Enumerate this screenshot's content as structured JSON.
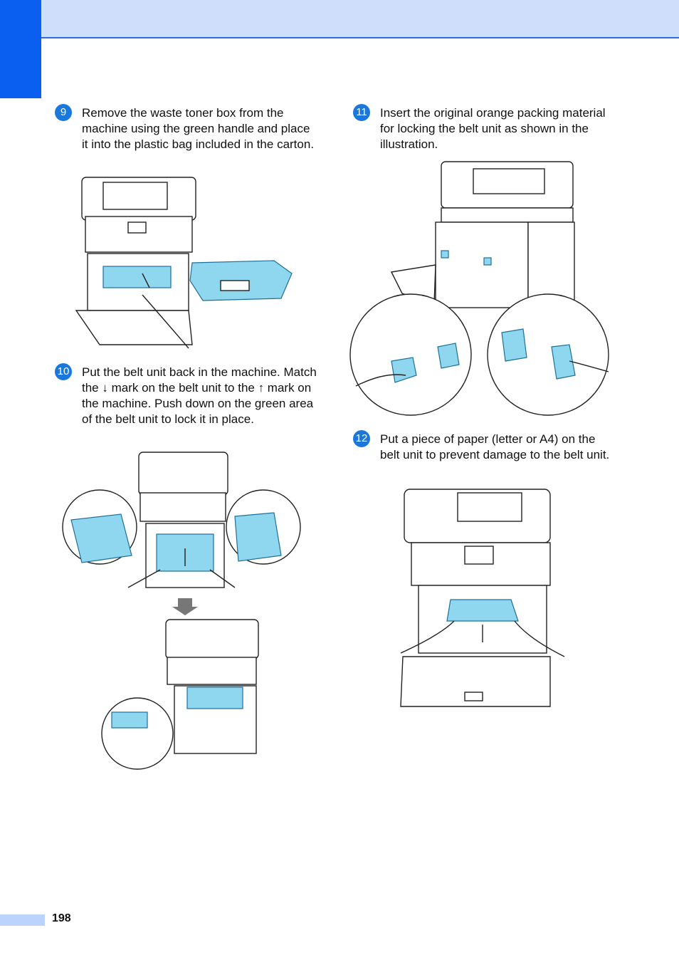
{
  "page": {
    "number": "198"
  },
  "steps": [
    {
      "badge": "9",
      "text": "Remove the waste toner box from the machine using the green handle and place it into the plastic bag included in the carton."
    },
    {
      "badge": "10",
      "text": "Put the belt unit back in the machine. Match the ↓ mark on the belt unit to the ↑ mark on the machine. Push down on the green area of the belt unit to lock it in place."
    },
    {
      "badge": "11",
      "text": "Insert the original orange packing material for locking the belt unit as shown in the illustration."
    },
    {
      "badge": "12",
      "text": "Put a piece of paper (letter or A4) on the belt unit to prevent damage to the belt unit."
    }
  ],
  "colors": {
    "accent": "#0a5ef0",
    "header": "#cfdffb",
    "highlight": "#8fd6ef"
  }
}
